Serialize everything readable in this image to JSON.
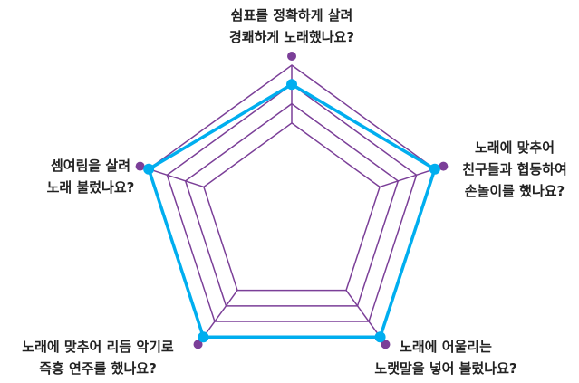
{
  "chart_data": {
    "type": "radar",
    "axes": [
      {
        "label_lines": [
          "쉼표를 정확하게 살려",
          "경쾌하게 노래했나요?"
        ]
      },
      {
        "label_lines": [
          "노래에 맞추어",
          "친구들과 협동하여",
          "손놀이를 했나요?"
        ]
      },
      {
        "label_lines": [
          "노래에 어울리는",
          "노랫말을 넣어 불렀나요?"
        ]
      },
      {
        "label_lines": [
          "노래에 맞추어 리듬 악기로",
          "즉흥 연주를 했나요?"
        ]
      },
      {
        "label_lines": [
          "셈여림을 살려",
          "노래 불렀나요?"
        ]
      }
    ],
    "levels": [
      1,
      2,
      3,
      4
    ],
    "series": [
      {
        "values": [
          3,
          4,
          4,
          4,
          4
        ],
        "color": "#00aeef"
      }
    ],
    "grid_color": "#7b3f98",
    "marker_color": "#7b3f98"
  }
}
